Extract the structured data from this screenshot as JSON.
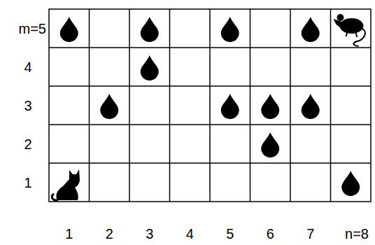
{
  "diagram": {
    "labels": [
      "m=5",
      "4",
      "3",
      "2",
      "1",
      "1",
      "2",
      "3",
      "4",
      "5",
      "6",
      "7",
      "n=8"
    ]
  }
}
